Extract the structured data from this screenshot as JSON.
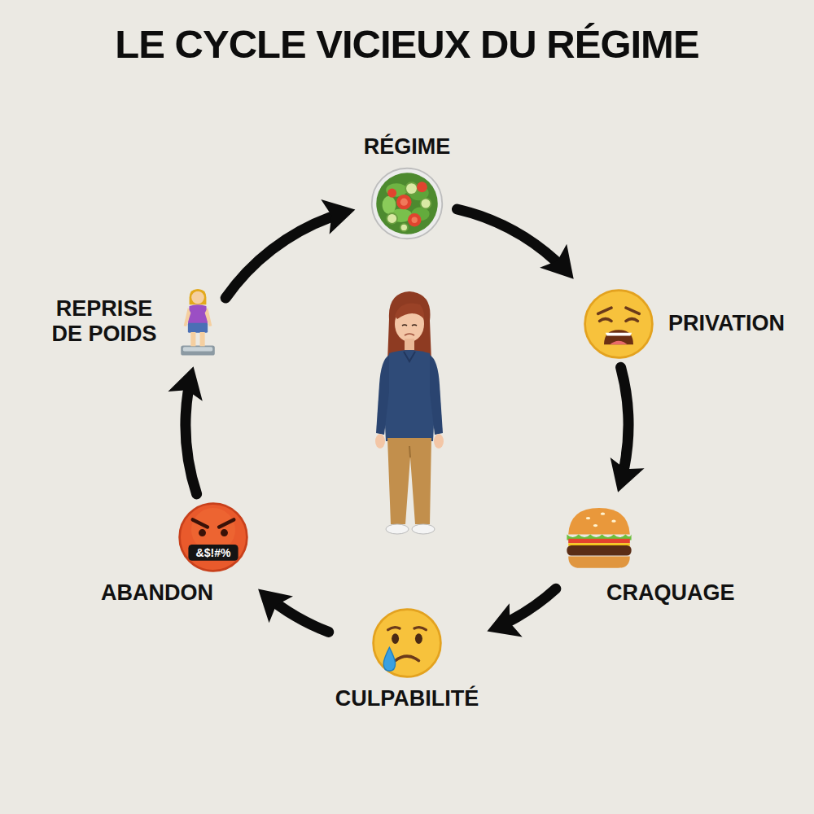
{
  "diagram": {
    "title": "LE CYCLE VICIEUX DU RÉGIME",
    "nodes": [
      {
        "text": [
          "RÉGIME"
        ]
      },
      {
        "text": [
          "PRIVATION"
        ]
      },
      {
        "text": [
          "CRAQUAGE"
        ]
      },
      {
        "text": [
          "CULPABILITÉ"
        ]
      },
      {
        "text": [
          "ABANDON"
        ]
      },
      {
        "text": [
          "REPRISE DE POIDS"
        ]
      }
    ],
    "edges": [
      {
        "from": 0,
        "to": 1,
        "arrow": "to"
      },
      {
        "from": 1,
        "to": 2,
        "arrow": "to"
      },
      {
        "from": 2,
        "to": 3,
        "arrow": "to"
      },
      {
        "from": 3,
        "to": 4,
        "arrow": "to"
      },
      {
        "from": 4,
        "to": 5,
        "arrow": "to"
      },
      {
        "from": 5,
        "to": 0,
        "arrow": "to"
      }
    ],
    "labels": [
      "&$!#%"
    ]
  }
}
